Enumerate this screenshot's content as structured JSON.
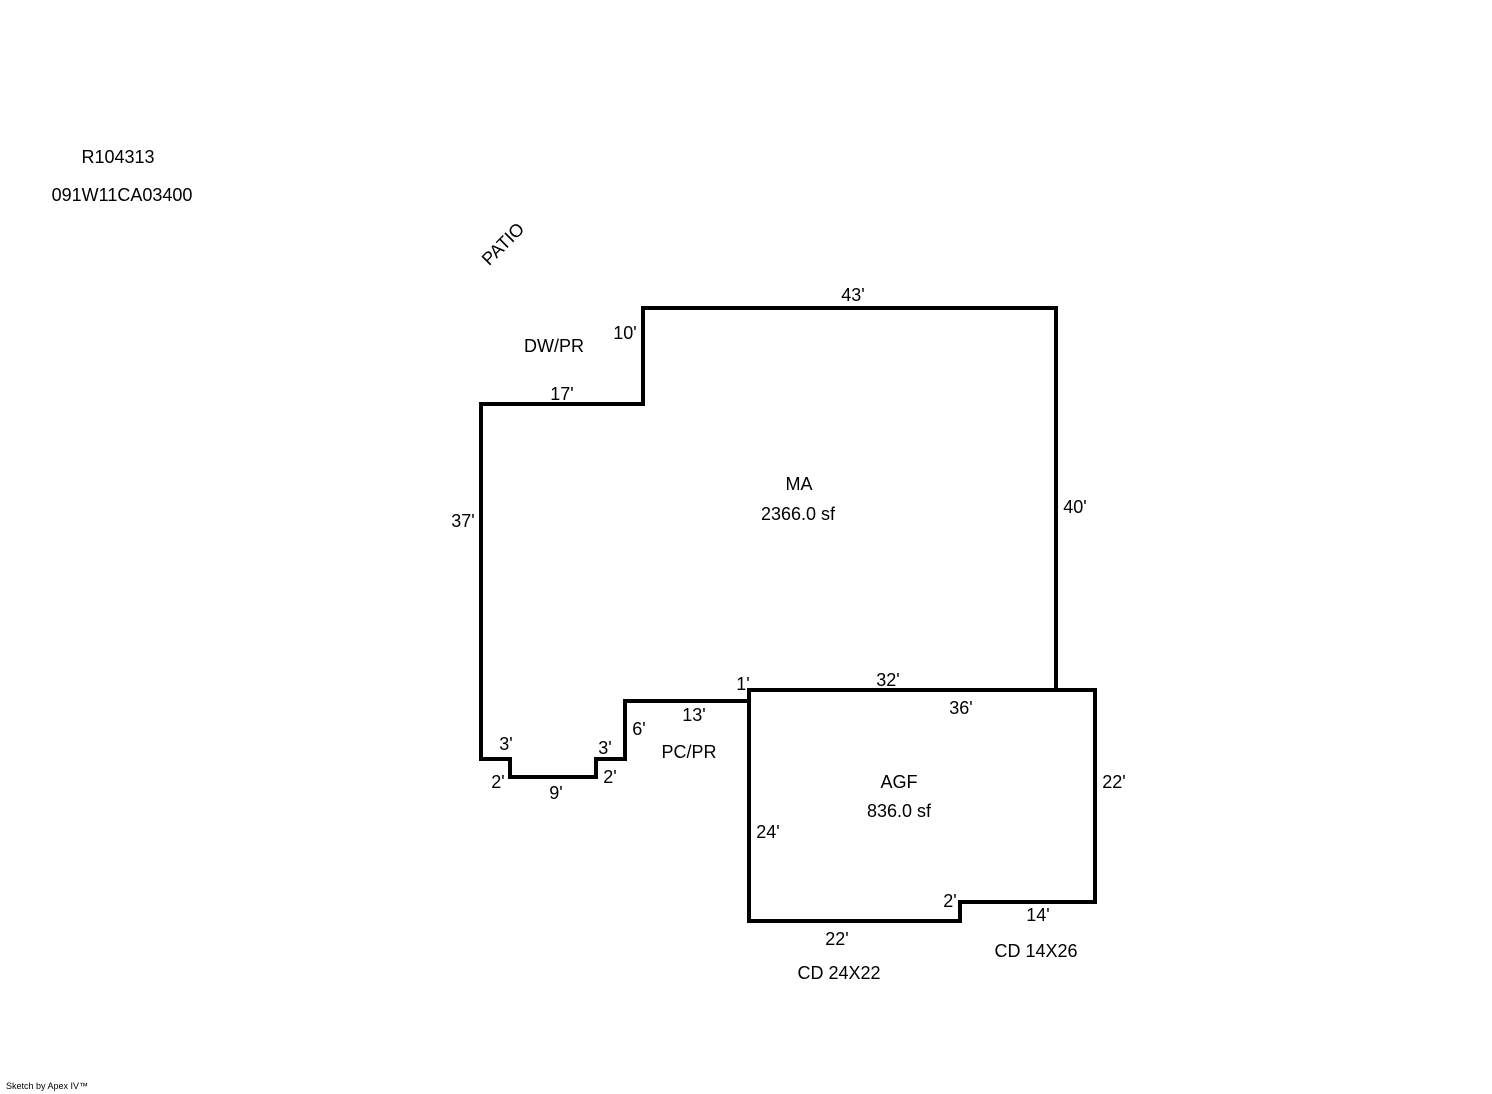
{
  "parcel": {
    "account": "R104313",
    "map_number": "091W11CA03400"
  },
  "areas": {
    "main": {
      "code": "MA",
      "area": "2366.0 sf"
    },
    "garage": {
      "code": "AGF",
      "area": "836.0 sf"
    }
  },
  "features": {
    "patio": "PATIO",
    "driveway": "DW/PR",
    "porch": "PC/PR",
    "deck_1": "CD 24X22",
    "deck_2": "CD 14X26"
  },
  "dimensions": {
    "ma_top": "43'",
    "ma_notch_vertical": "10'",
    "ma_notch_horizontal": "17'",
    "ma_left": "37'",
    "ma_right": "40'",
    "ma_bottom_shared": "32'",
    "ma_bottom_step": "1'",
    "ma_bottom_13": "13'",
    "ma_bottom_6": "6'",
    "ma_step_left_3": "3'",
    "ma_step_left_2": "2'",
    "ma_bottom_9": "9'",
    "ma_step_right_3": "3'",
    "ma_step_right_2": "2'",
    "agf_top": "36'",
    "agf_right": "22'",
    "agf_left": "24'",
    "agf_bottom_step": "2'",
    "agf_bottom_14": "14'",
    "agf_bottom_22": "22'"
  },
  "footer": {
    "credit": "Sketch by Apex IV™"
  },
  "colors": {
    "line": "#000000",
    "background": "#ffffff"
  }
}
